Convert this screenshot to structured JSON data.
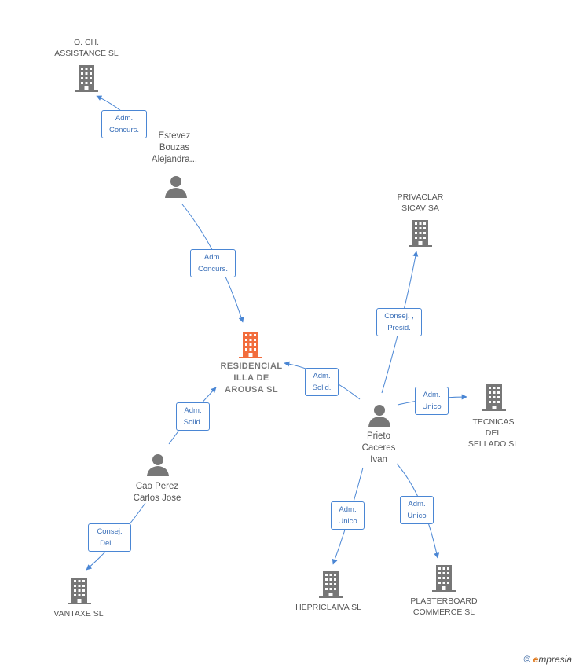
{
  "colors": {
    "edge": "#4a86d4",
    "node_gray": "#777777",
    "center_node": "#f26d3d"
  },
  "nodes": {
    "center": {
      "label": "RESIDENCIAL\nILLA DE\nAROUSA SL",
      "icon": "building-icon"
    },
    "och": {
      "label": "O.  CH.\nASSISTANCE SL",
      "icon": "building-icon"
    },
    "estevez": {
      "label": "Estevez\nBouzas\nAlejandra...",
      "icon": "person-icon"
    },
    "privaclar": {
      "label": "PRIVACLAR\nSICAV SA",
      "icon": "building-icon"
    },
    "prieto": {
      "label": "Prieto\nCaceres\nIvan",
      "icon": "person-icon"
    },
    "tecnicas": {
      "label": "TECNICAS\nDEL\nSELLADO SL",
      "icon": "building-icon"
    },
    "cao": {
      "label": "Cao Perez\nCarlos Jose",
      "icon": "person-icon"
    },
    "vantaxe": {
      "label": "VANTAXE SL",
      "icon": "building-icon"
    },
    "hepriclaiva": {
      "label": "HEPRICLAIVA SL",
      "icon": "building-icon"
    },
    "plasterboard": {
      "label": "PLASTERBOARD\nCOMMERCE SL",
      "icon": "building-icon"
    }
  },
  "edges": {
    "estevez_och": "Adm.\nConcurs.",
    "estevez_center": "Adm.\nConcurs.",
    "prieto_privaclar": "Consej. ,\nPresid.",
    "prieto_center": "Adm.\nSolid.",
    "prieto_tecnicas": "Adm.\nUnico",
    "cao_center": "Adm.\nSolid.",
    "cao_vantaxe": "Consej.\nDel....",
    "prieto_hepriclaiva": "Adm.\nUnico",
    "prieto_plasterboard": "Adm.\nUnico"
  },
  "footer": {
    "copyright": "©",
    "brand_e": "e",
    "brand_rest": "mpresia"
  }
}
